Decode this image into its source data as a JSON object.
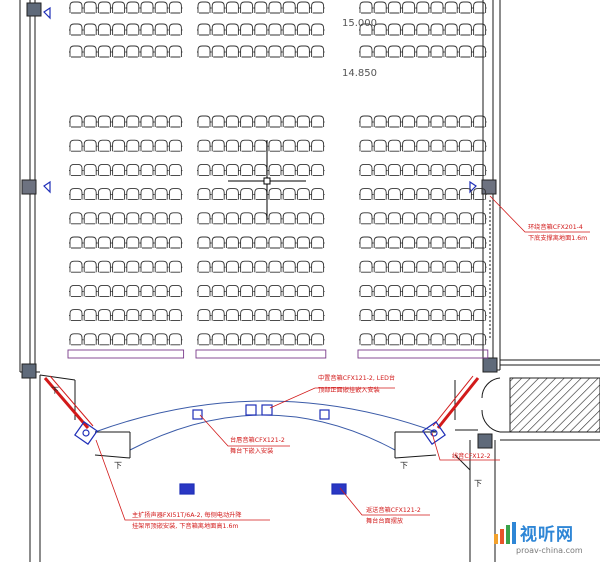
{
  "elevations": [
    "15.000",
    "14.850"
  ],
  "annotations": [
    {
      "id": "side-speaker-right",
      "line1": "环绕音箱CFX201-4",
      "line2": "下底支撑离地面1.6m"
    },
    {
      "id": "center-speaker",
      "line1": "中置音箱CFX121-2, LED台",
      "line2": "顶部正面嵌挂嵌入安装"
    },
    {
      "id": "stage-front-speaker",
      "line1": "台唇音箱CFX121-2",
      "line2": "舞台下嵌入安装"
    },
    {
      "id": "side-speaker-left-stage",
      "line1": "线音CFX12-2",
      "line2": ""
    },
    {
      "id": "main-speakers",
      "line1": "主扩扬声器FXI51T/6A-2, 每侧电动升降",
      "line2": "挂架吊顶嵌安装, 下音箱离地面高1.6m"
    },
    {
      "id": "monitor-speaker",
      "line1": "返送音箱CFX121-2",
      "line2": "舞台台面摆放"
    }
  ],
  "stage_marks": [
    "下",
    "下",
    "下",
    "下"
  ],
  "watermark": {
    "brand": "视听网",
    "site": "proav-china.com"
  },
  "seating": {
    "columns": [
      {
        "name": "left",
        "seats": 8
      },
      {
        "name": "center",
        "seats": 9
      },
      {
        "name": "right",
        "seats": 9
      }
    ],
    "upper_rows": 3,
    "lower_rows": 10
  },
  "colors": {
    "line": "#1a1a1a",
    "seat": "#333333",
    "note": "#d21a1a",
    "device": "#1f2fb8",
    "stage": "#3b5ba8",
    "riser": "#7a3a8a"
  }
}
